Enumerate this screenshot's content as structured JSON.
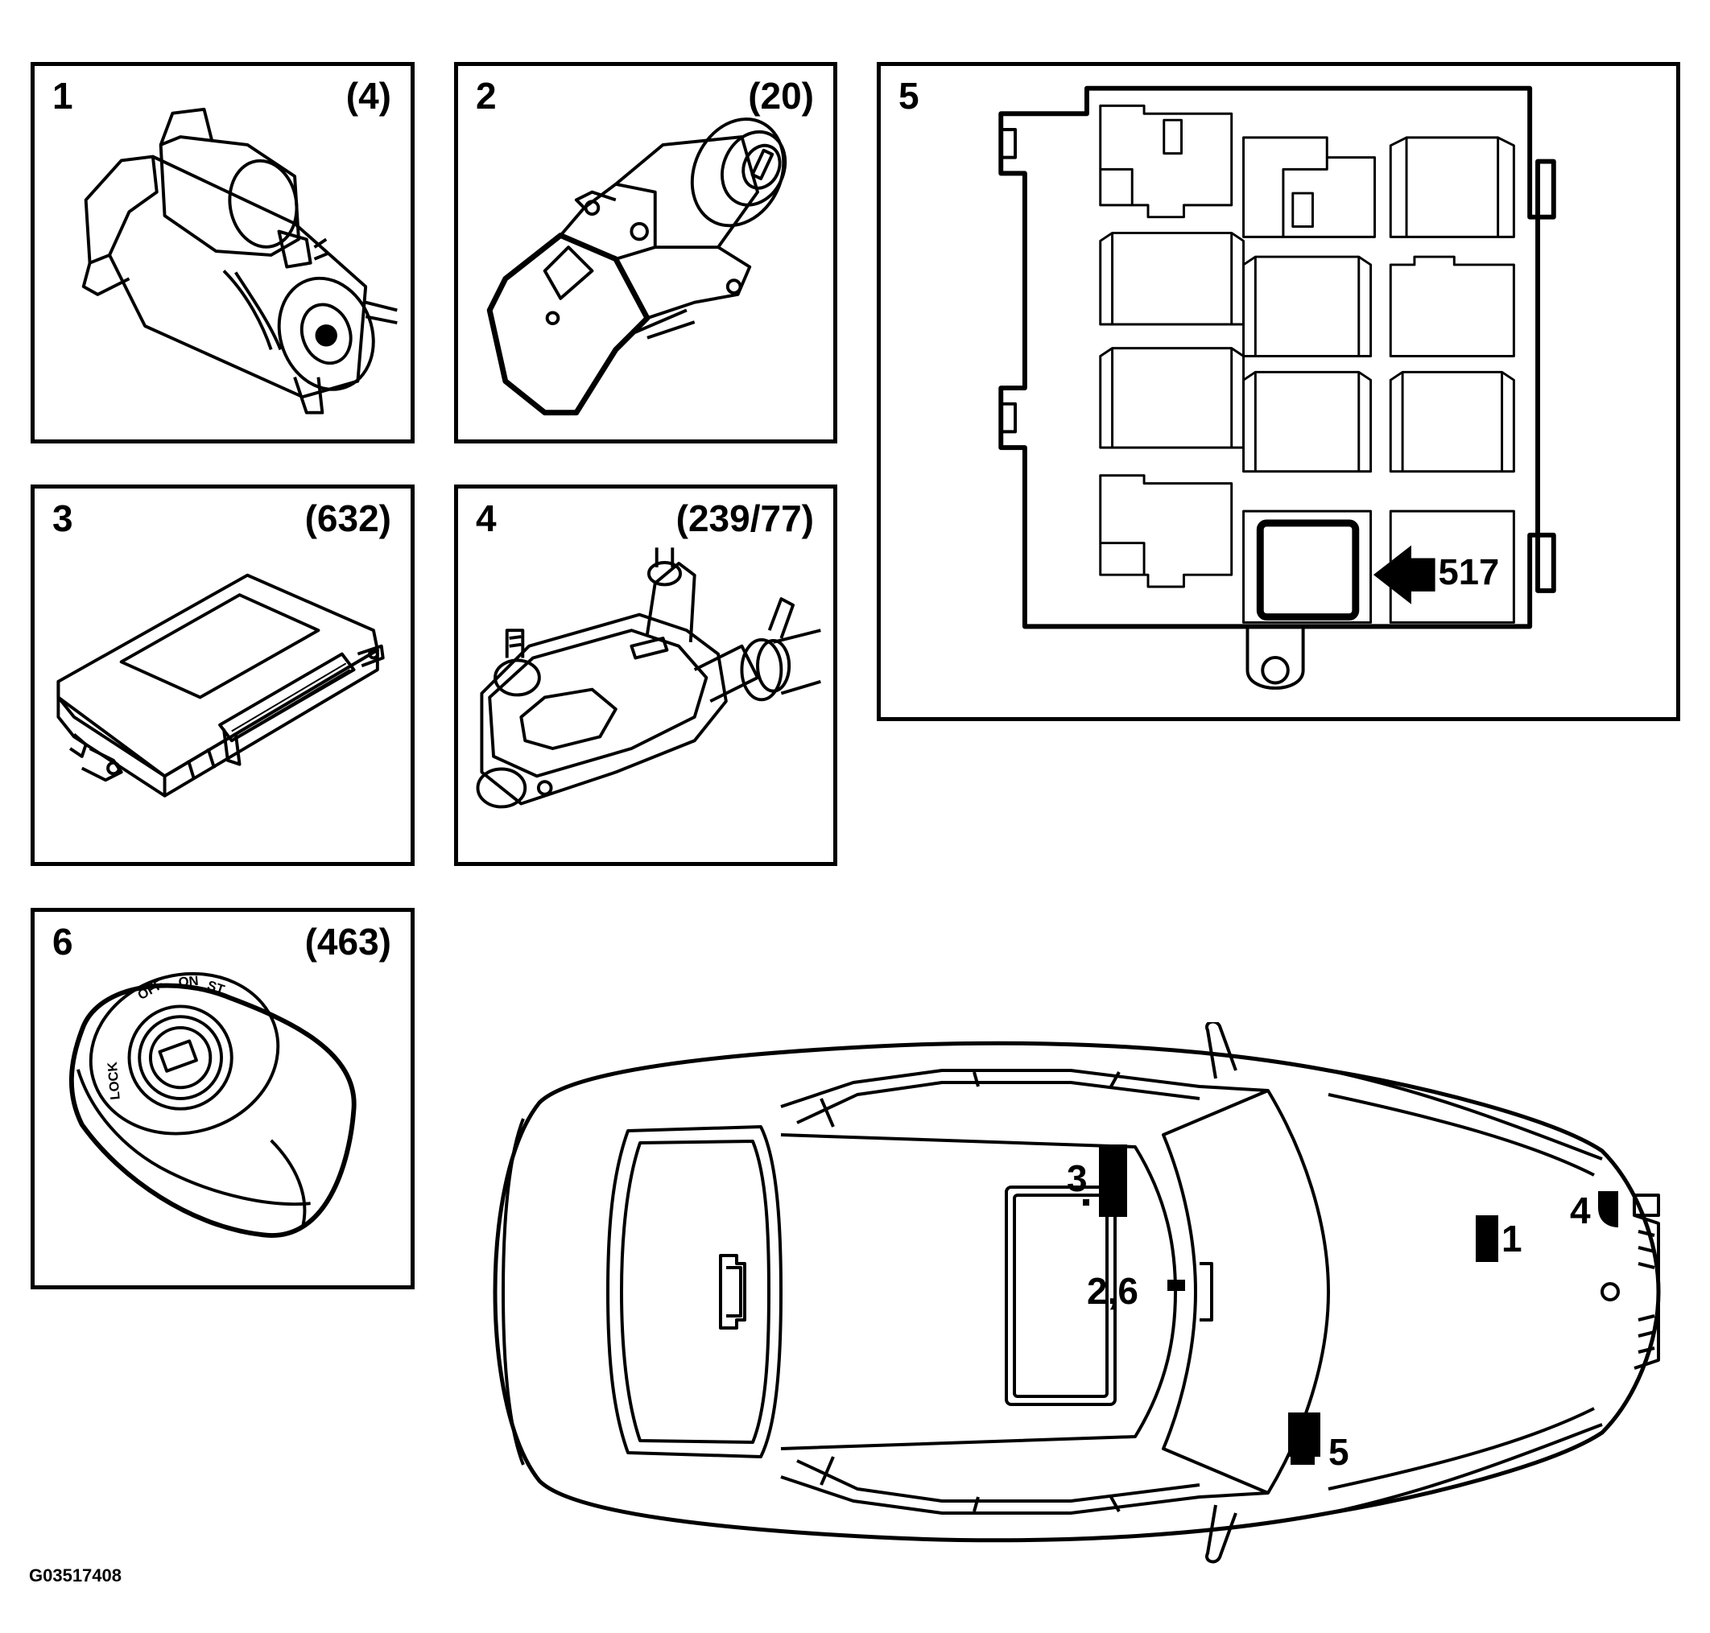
{
  "panels": [
    {
      "number": "1",
      "ref": "(4)",
      "icon": "starter-motor-icon"
    },
    {
      "number": "2",
      "ref": "(20)",
      "icon": "steering-lock-icon"
    },
    {
      "number": "3",
      "ref": "(632)",
      "icon": "control-module-icon"
    },
    {
      "number": "4",
      "ref": "(239/77)",
      "icon": "wiper-motor-icon"
    },
    {
      "number": "5",
      "ref": "",
      "icon": "relay-box-icon"
    },
    {
      "number": "6",
      "ref": "(463)",
      "icon": "ignition-switch-icon"
    }
  ],
  "ignition_switch_positions": [
    "LOCK",
    "OFF",
    "ON",
    "ST"
  ],
  "relay_box": {
    "relay_label": "517"
  },
  "car_locations": [
    "3",
    "2,6",
    "1",
    "4",
    "5"
  ],
  "document_code": "G03517408"
}
